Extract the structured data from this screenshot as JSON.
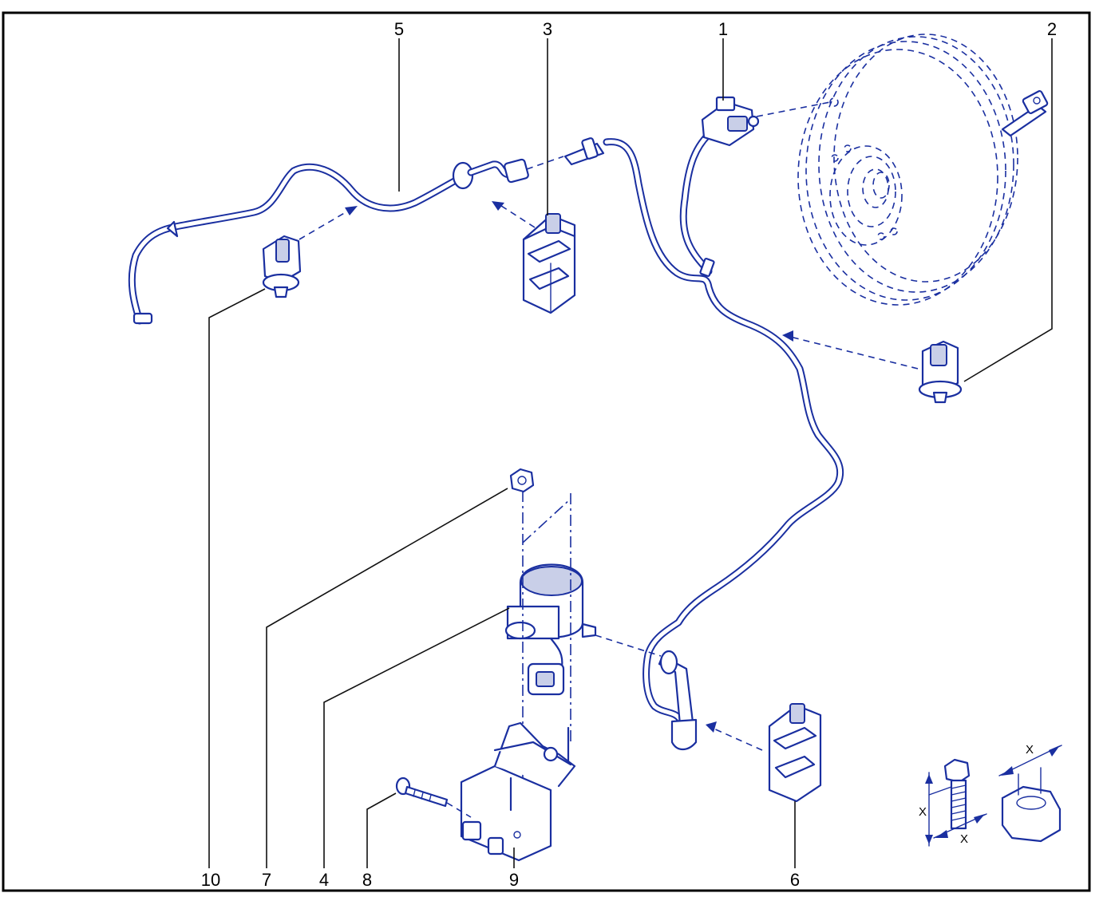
{
  "callouts": [
    {
      "id": "1",
      "label": "1"
    },
    {
      "id": "2",
      "label": "2"
    },
    {
      "id": "3",
      "label": "3"
    },
    {
      "id": "4",
      "label": "4"
    },
    {
      "id": "5",
      "label": "5"
    },
    {
      "id": "6",
      "label": "6"
    },
    {
      "id": "7",
      "label": "7"
    },
    {
      "id": "8",
      "label": "8"
    },
    {
      "id": "9",
      "label": "9"
    },
    {
      "id": "10",
      "label": "10"
    }
  ],
  "dimension_symbols": {
    "bolt_height": "X",
    "bolt_diameter": "X",
    "nut_size": "X"
  },
  "colors": {
    "line_art": "#1a2fa0",
    "leader_lines": "#111111",
    "frame": "#000000"
  }
}
